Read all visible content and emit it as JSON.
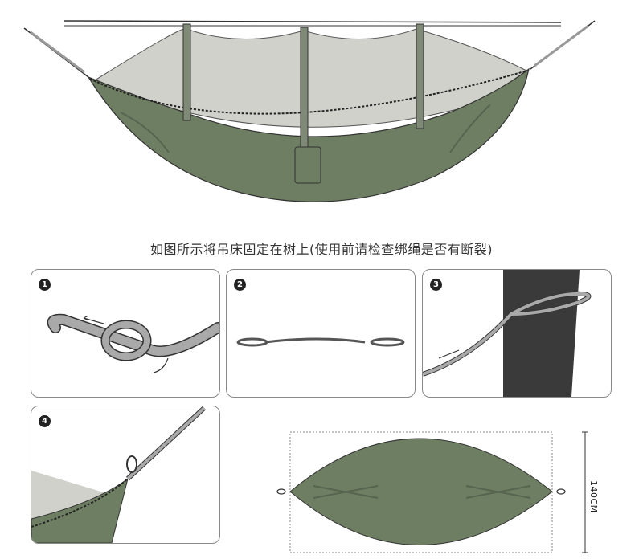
{
  "caption": "如图所示将吊床固定在树上(使用前请检查绑绳是否有断裂)",
  "steps": [
    {
      "number": "1"
    },
    {
      "number": "2"
    },
    {
      "number": "3"
    },
    {
      "number": "4"
    }
  ],
  "dimension_label": "140CM",
  "colors": {
    "hammock_green": "#6e7e62",
    "hammock_dark": "#566450",
    "net_gray": "#c8cbc2",
    "strap_gray": "#a9a9a9",
    "tree_dark": "#3a3a3a",
    "outline": "#333333"
  }
}
